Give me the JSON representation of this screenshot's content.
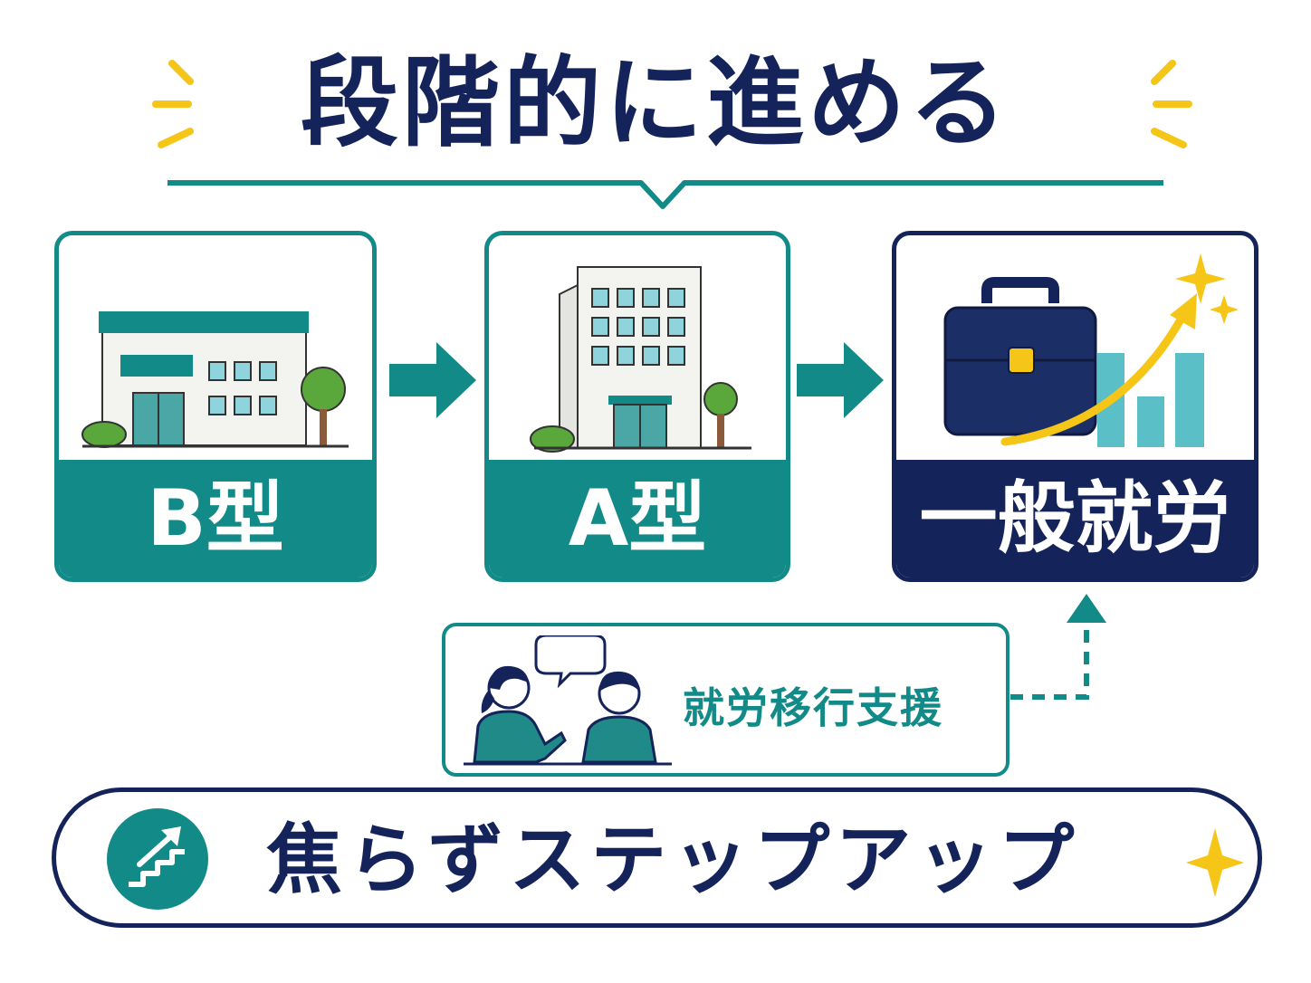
{
  "title": "段階的に進める",
  "steps": [
    {
      "label": "B型",
      "icon": "small-building-icon"
    },
    {
      "label": "A型",
      "icon": "office-building-icon"
    },
    {
      "label": "一般就労",
      "icon": "briefcase-growth-icon"
    }
  ],
  "support": {
    "label": "就労移行支援",
    "icon": "counseling-people-icon"
  },
  "bottom": {
    "label": "焦らずステップアップ",
    "icon": "stairs-arrow-icon"
  },
  "colors": {
    "teal": "#128a87",
    "navy": "#14235a",
    "yellow": "#f5c518",
    "light_teal": "#5bbfc7",
    "green": "#5aa83c"
  }
}
